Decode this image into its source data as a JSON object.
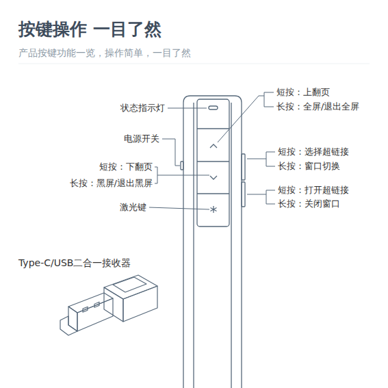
{
  "diagram": {
    "title": "按键操作 一目了然",
    "labels": [
      "产品按键功能一览，操作简单，一目了然",
      "状态指示灯",
      "电源开关",
      "短按：下翻页",
      "长按：黑屏/退出黑屏",
      "激光键",
      "短按：上翻页",
      "长按：全屏/退出全屏",
      "短按：选择超链接",
      "长按：窗口切换",
      "短按：打开超链接",
      "长按：关闭窗口",
      "Type-C/USB二合一接收器"
    ]
  }
}
